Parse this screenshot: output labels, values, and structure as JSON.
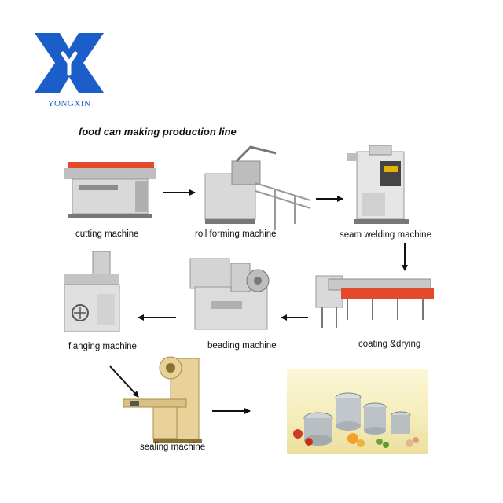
{
  "logo": {
    "monogram": "Y",
    "wordmark": "YONGXIN",
    "color": "#1c5ec9"
  },
  "title": "food can making production line",
  "machines": [
    {
      "label": "cutting machine"
    },
    {
      "label": "roll forming machine"
    },
    {
      "label": "seam welding machine"
    },
    {
      "label": "flanging machine"
    },
    {
      "label": "beading machine"
    },
    {
      "label": "coating &drying"
    },
    {
      "label": "sealing machine"
    }
  ],
  "flow": [
    "cutting machine",
    "roll forming machine",
    "seam welding machine",
    "coating &drying",
    "beading machine",
    "flanging machine",
    "sealing machine",
    "finished cans"
  ],
  "colors": {
    "machine_body": "#d9d9d9",
    "machine_dark": "#8c8c8c",
    "accent_red": "#e24a2c",
    "sealer_body": "#e8d29a",
    "arrow": "#111111"
  }
}
